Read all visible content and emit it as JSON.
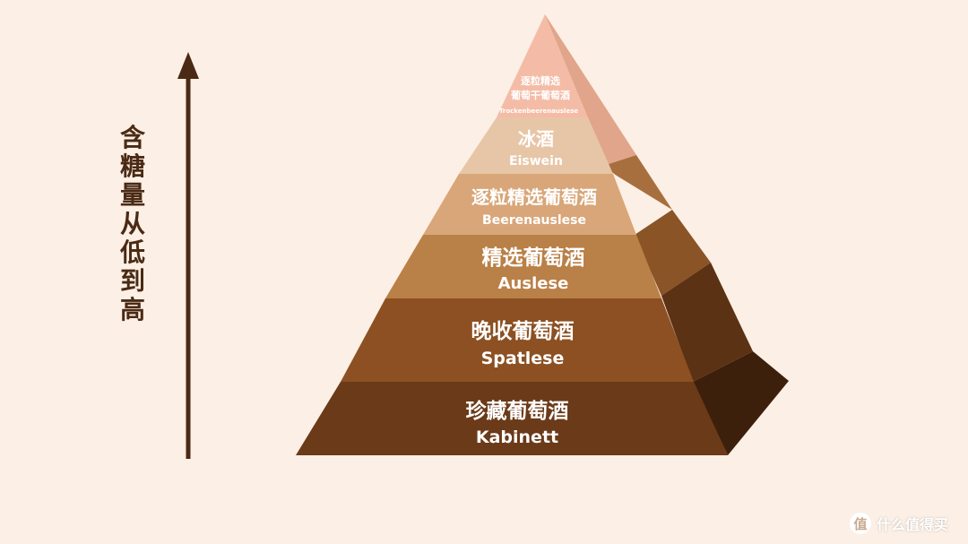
{
  "axis": {
    "label_chars": [
      "含",
      "糖",
      "量",
      "从",
      "低",
      "到",
      "高"
    ],
    "direction": "up"
  },
  "pyramid": {
    "levels": [
      {
        "cn_lines": [
          "逐粒精选",
          "葡萄干葡萄酒"
        ],
        "de": "Trockenbeerenauslese",
        "color": "#f4bca6"
      },
      {
        "cn_lines": [
          "冰酒"
        ],
        "de": "Eiswein",
        "color": "#e7c6a7"
      },
      {
        "cn_lines": [
          "逐粒精选葡萄酒"
        ],
        "de": "Beerenauslese",
        "color": "#d8a678"
      },
      {
        "cn_lines": [
          "精选葡萄酒"
        ],
        "de": "Auslese",
        "color": "#b98047"
      },
      {
        "cn_lines": [
          "晚收葡萄酒"
        ],
        "de": "Spatlese",
        "color": "#8c5022"
      },
      {
        "cn_lines": [
          "珍藏葡萄酒"
        ],
        "de": "Kabinett",
        "color": "#6b3a19"
      }
    ]
  },
  "watermark": {
    "icon_glyph": "值",
    "text": "什么值得买"
  }
}
